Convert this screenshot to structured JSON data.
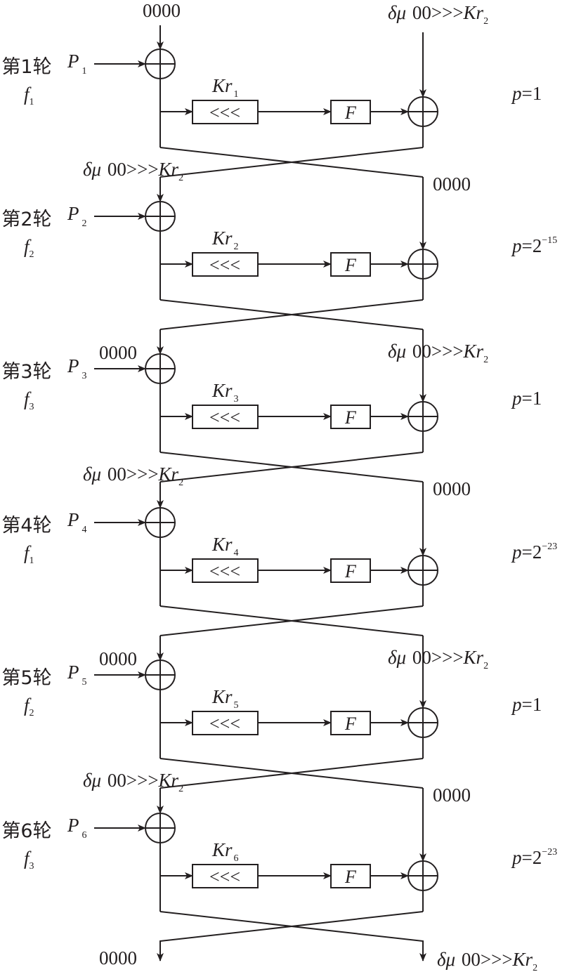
{
  "diagram": {
    "description": "Six-round differential characteristic of a Feistel-type cipher with left/right XOR, key-dependent rotate and F function",
    "rotate_label": "<<<",
    "f_label": "F",
    "rounds": [
      {
        "label": "第1轮",
        "func": "f",
        "func_sub": "1",
        "plaintext": "P",
        "plaintext_sub": "1",
        "key": "Kr",
        "key_sub": "1",
        "left_in": {
          "text": "0000"
        },
        "right_in": {
          "prefix": "δμ",
          "value": "00>>>",
          "key": "Kr",
          "key_sub": "2"
        },
        "probability": {
          "base": "p=1",
          "exp": ""
        }
      },
      {
        "label": "第2轮",
        "func": "f",
        "func_sub": "2",
        "plaintext": "P",
        "plaintext_sub": "2",
        "key": "Kr",
        "key_sub": "2",
        "left_in": {
          "prefix": "δμ",
          "value": "00>>>",
          "key": "Kr",
          "key_sub": "2"
        },
        "right_in": {
          "text": "0000"
        },
        "probability": {
          "base": "p=2",
          "exp": "−15"
        }
      },
      {
        "label": "第3轮",
        "func": "f",
        "func_sub": "3",
        "plaintext": "P",
        "plaintext_sub": "3",
        "key": "Kr",
        "key_sub": "3",
        "left_in": {
          "text": "0000"
        },
        "right_in": {
          "prefix": "δμ",
          "value": "00>>>",
          "key": "Kr",
          "key_sub": "2"
        },
        "probability": {
          "base": "p=1",
          "exp": ""
        }
      },
      {
        "label": "第4轮",
        "func": "f",
        "func_sub": "1",
        "plaintext": "P",
        "plaintext_sub": "4",
        "key": "Kr",
        "key_sub": "4",
        "left_in": {
          "prefix": "δμ",
          "value": "00>>>",
          "key": "Kr",
          "key_sub": "2"
        },
        "right_in": {
          "text": "0000"
        },
        "probability": {
          "base": "p=2",
          "exp": "−23"
        }
      },
      {
        "label": "第5轮",
        "func": "f",
        "func_sub": "2",
        "plaintext": "P",
        "plaintext_sub": "5",
        "key": "Kr",
        "key_sub": "5",
        "left_in": {
          "text": "0000"
        },
        "right_in": {
          "prefix": "δμ",
          "value": "00>>>",
          "key": "Kr",
          "key_sub": "2"
        },
        "probability": {
          "base": "p=1",
          "exp": ""
        }
      },
      {
        "label": "第6轮",
        "func": "f",
        "func_sub": "3",
        "plaintext": "P",
        "plaintext_sub": "6",
        "key": "Kr",
        "key_sub": "6",
        "left_in": {
          "prefix": "δμ",
          "value": "00>>>",
          "key": "Kr",
          "key_sub": "2"
        },
        "right_in": {
          "text": "0000"
        },
        "probability": {
          "base": "p=2",
          "exp": "−23"
        }
      }
    ],
    "output": {
      "left": {
        "text": "0000"
      },
      "right": {
        "prefix": "δμ",
        "value": "00>>>",
        "key": "Kr",
        "key_sub": "2"
      }
    }
  }
}
